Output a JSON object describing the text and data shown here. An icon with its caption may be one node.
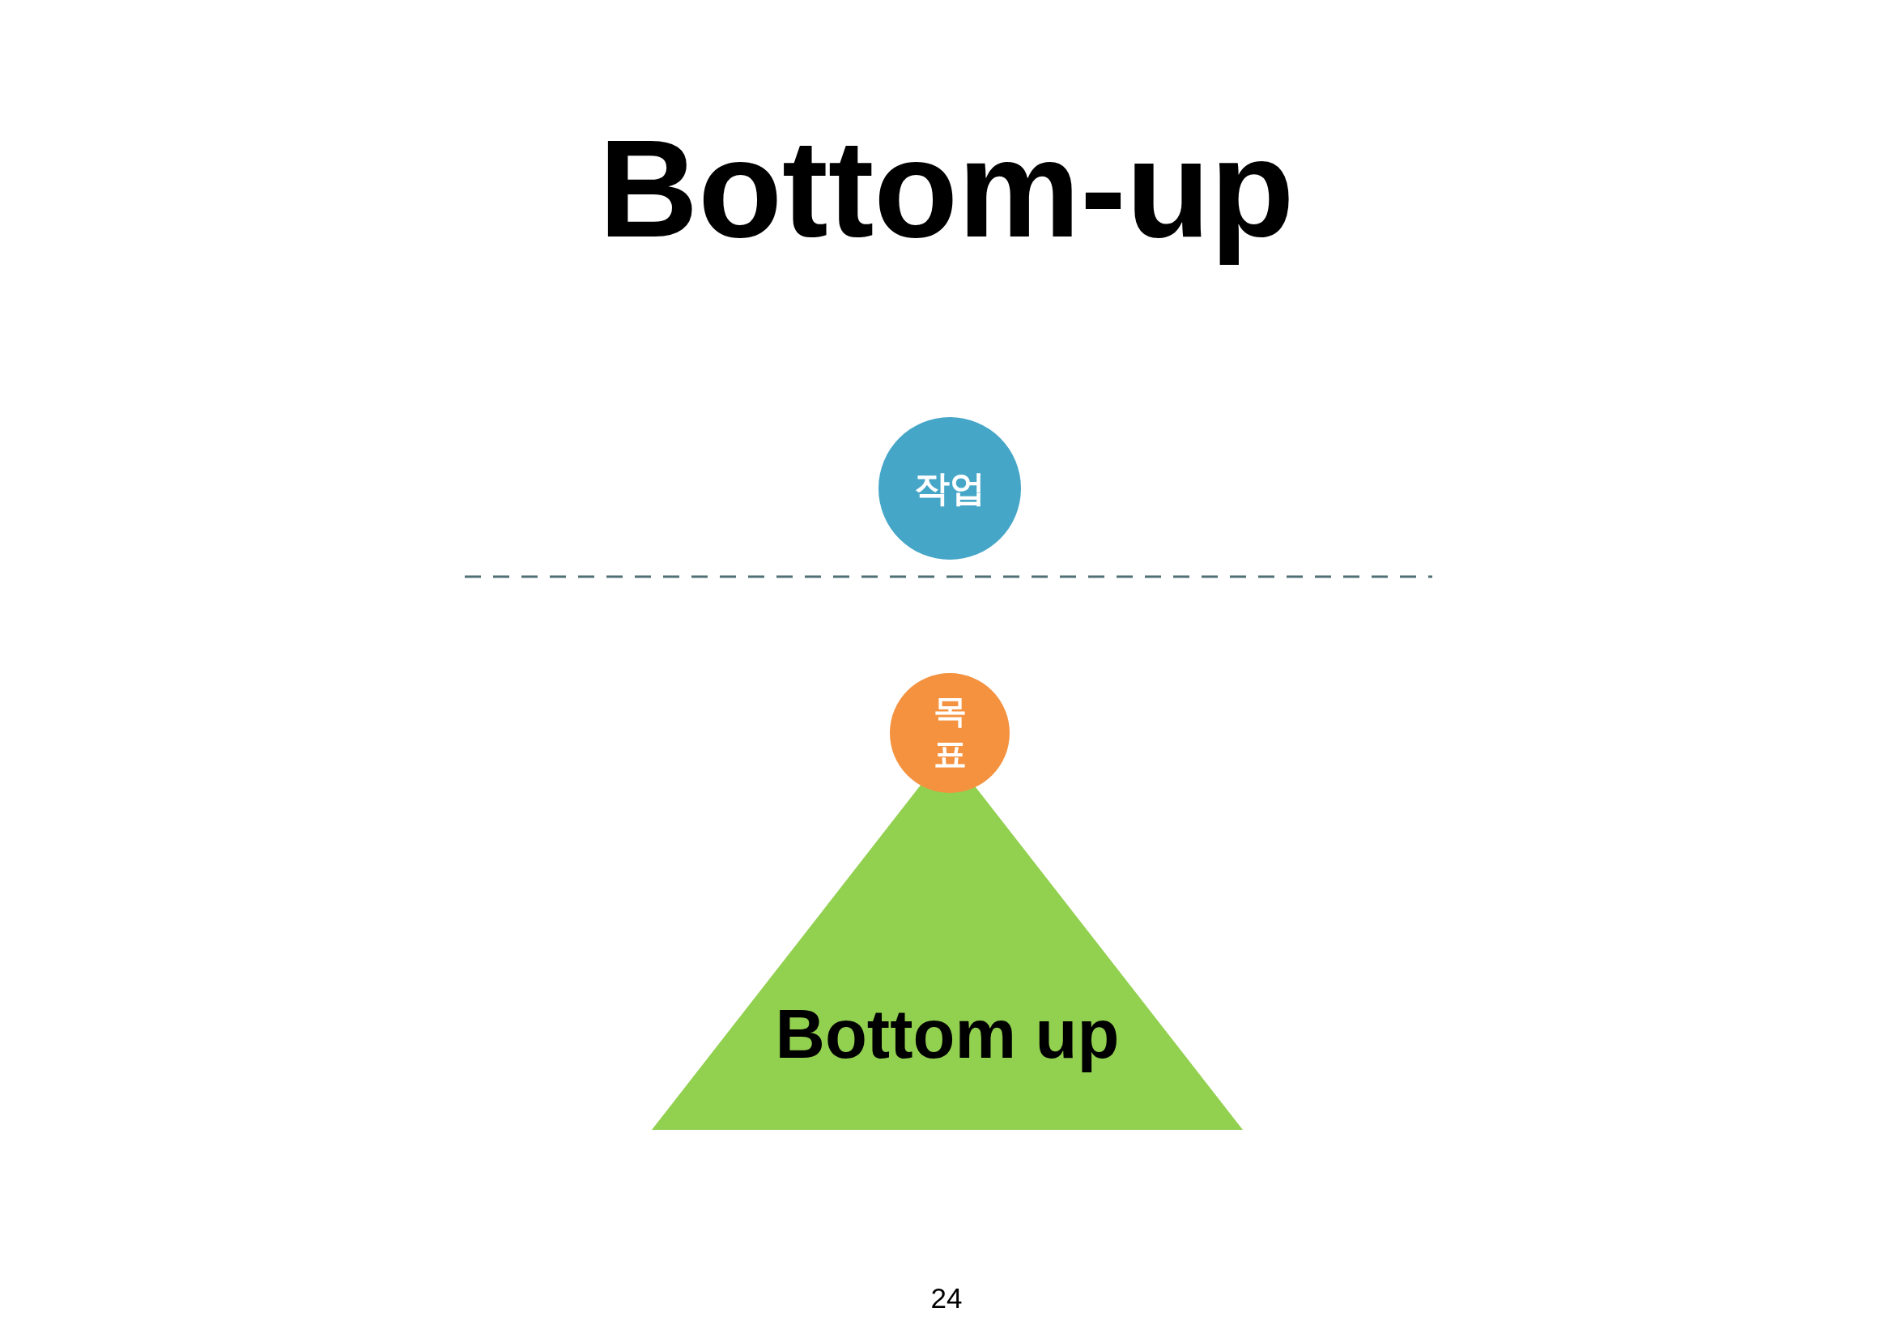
{
  "diagram": {
    "title": "Bottom-up",
    "nodes": [
      {
        "text": [
          "작업"
        ]
      },
      {
        "text": [
          "목표"
        ]
      },
      {
        "text": [
          "Bottom up"
        ]
      }
    ],
    "labels": [
      "24"
    ]
  }
}
